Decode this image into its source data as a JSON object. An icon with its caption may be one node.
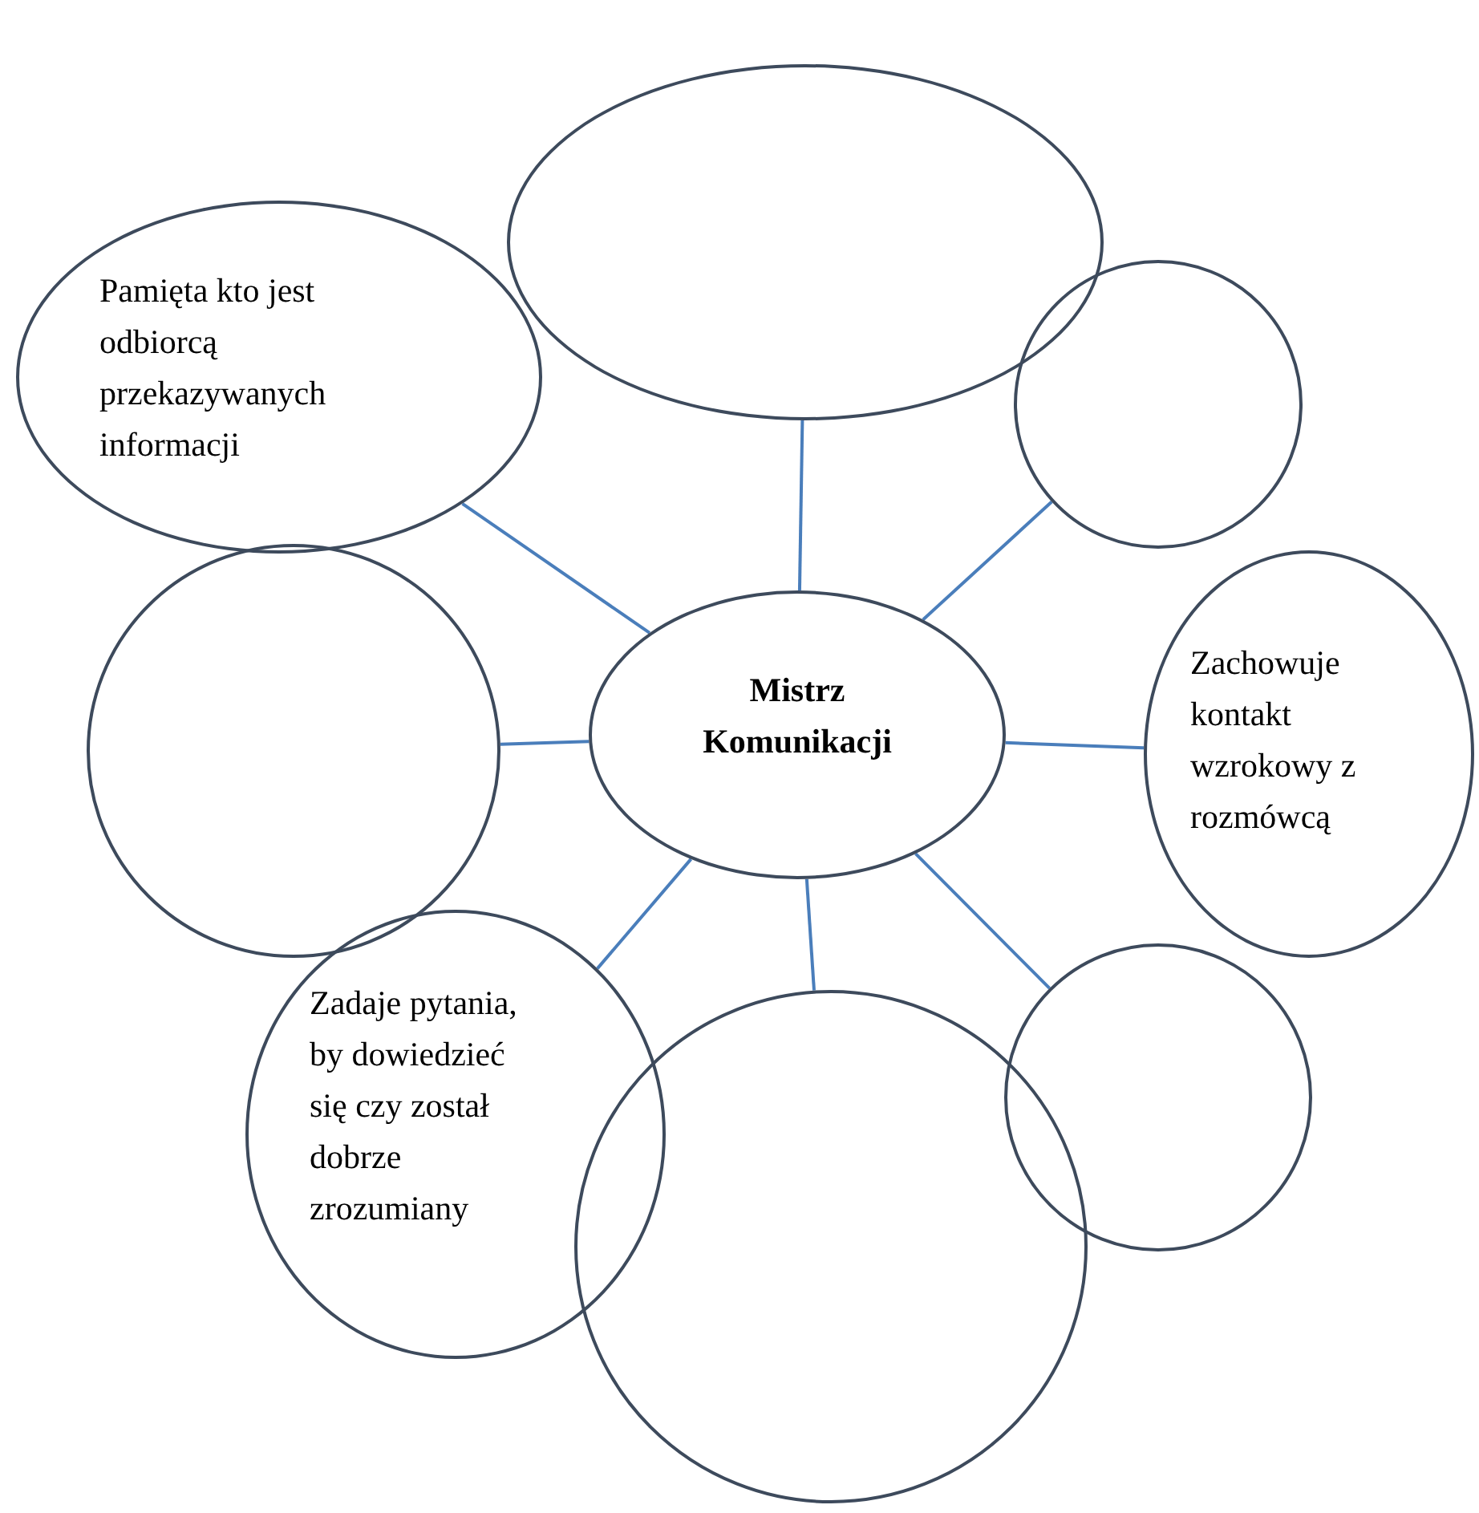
{
  "diagram": {
    "nodes": [
      {
        "text": [
          "Mistrz Komunikacji"
        ]
      },
      {
        "text": [],
        "shape": "ellipse"
      },
      {
        "text": [
          "Pamięta kto jest odbiorcą przekazywanych informacji"
        ]
      },
      {
        "text": [],
        "shape": "circle"
      },
      {
        "text": [],
        "shape": "circle"
      },
      {
        "text": [
          "Zachowuje kontakt wzrokowy z rozmówcą"
        ]
      },
      {
        "text": [
          "Zadaje pytania, by dowiedzieć się czy został dobrze zrozumiany"
        ]
      },
      {
        "text": [],
        "shape": "circle"
      },
      {
        "text": [],
        "shape": "circle"
      }
    ],
    "edges": [
      {
        "from": 0,
        "to": 1,
        "arrow": "none"
      },
      {
        "from": 0,
        "to": 2,
        "arrow": "none"
      },
      {
        "from": 0,
        "to": 3,
        "arrow": "none"
      },
      {
        "from": 0,
        "to": 4,
        "arrow": "none"
      },
      {
        "from": 0,
        "to": 5,
        "arrow": "none"
      },
      {
        "from": 0,
        "to": 6,
        "arrow": "none"
      },
      {
        "from": 0,
        "to": 7,
        "arrow": "none"
      },
      {
        "from": 0,
        "to": 8,
        "arrow": "none"
      }
    ]
  }
}
